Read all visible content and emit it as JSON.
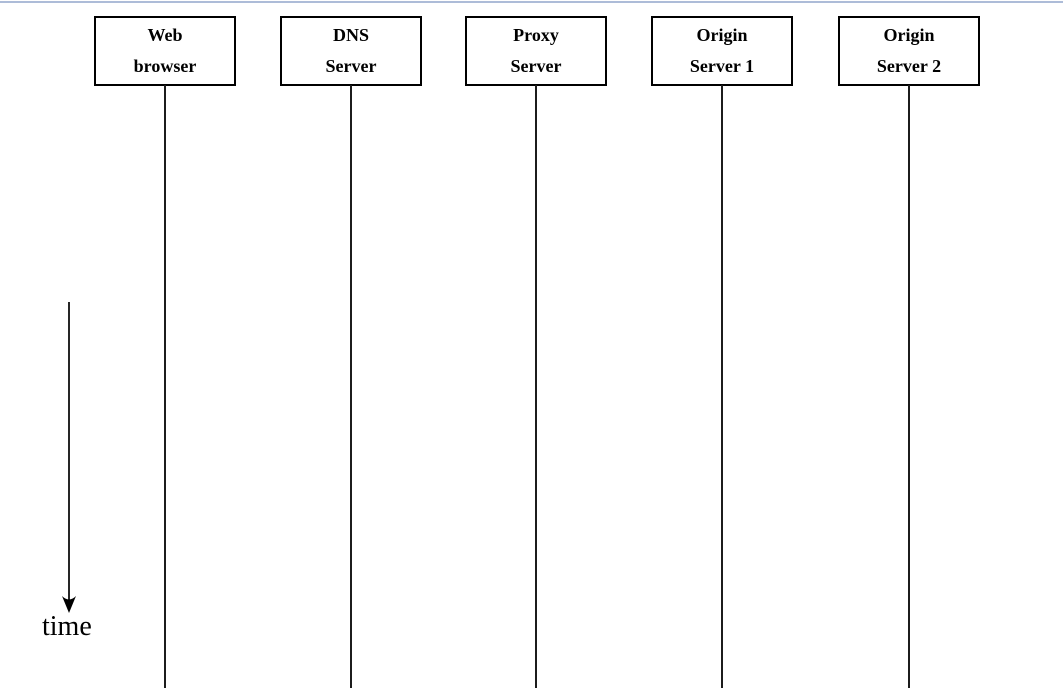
{
  "window": {
    "top_border_color": "#adbcd8"
  },
  "diagram": {
    "actors": [
      {
        "name": "Web browser",
        "line1": "Web",
        "line2": "browser"
      },
      {
        "name": "DNS Server",
        "line1": "DNS",
        "line2": "Server"
      },
      {
        "name": "Proxy Server",
        "line1": "Proxy",
        "line2": "Server"
      },
      {
        "name": "Origin Server 1",
        "line1": "Origin",
        "line2": "Server 1"
      },
      {
        "name": "Origin Server 2",
        "line1": "Origin",
        "line2": "Server 2"
      }
    ],
    "time_axis": {
      "label": "time",
      "direction": "down"
    },
    "colors": {
      "background": "#ffffff",
      "box_border": "#000000",
      "lifeline": "#1c1c1c",
      "text": "#000000",
      "top_rule": "#adbcd8"
    }
  }
}
